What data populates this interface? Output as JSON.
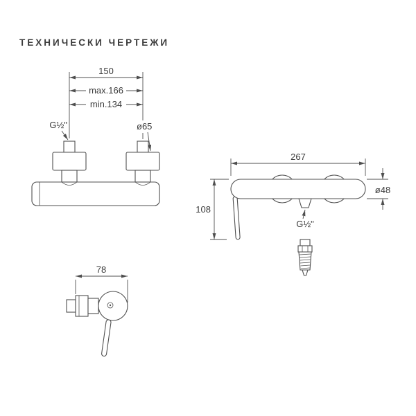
{
  "page": {
    "title": "ТЕХНИЧЕСКИ ЧЕРТЕЖИ"
  },
  "front_view": {
    "center_distance": "150",
    "max_distance": "max.166",
    "min_distance": "min.134",
    "thread_size": "G½\"",
    "escutcheon_diameter": "ø65"
  },
  "side_view": {
    "overall_width": "267",
    "lever_height": "108",
    "body_diameter": "ø48",
    "outlet_thread": "G½\""
  },
  "top_view": {
    "overall_depth": "78"
  }
}
